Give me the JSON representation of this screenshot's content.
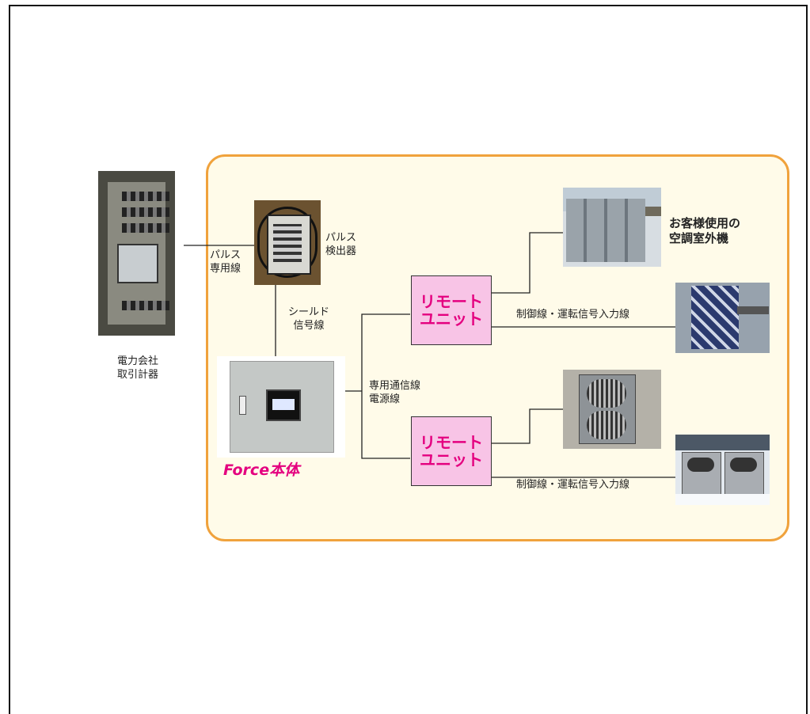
{
  "labels": {
    "meter": "電力会社\n取引計器",
    "pulse_line": "パルス\n専用線",
    "pulse_detector": "パルス\n検出器",
    "shield_line": "シールド\n信号線",
    "comm_line": "専用通信線\n電源線",
    "outdoor_units": "お客様使用の\n空調室外機",
    "control_line_1": "制御線・運転信号入力線",
    "control_line_2": "制御線・運転信号入力線"
  },
  "remote_units": [
    "リモート\nユニット",
    "リモート\nユニット"
  ],
  "force_label": "Force本体",
  "colors": {
    "accent": "#e4007f",
    "panel_border": "#f0a23c",
    "panel_bg": "#fffbe9",
    "remote_fill": "#f8c4e6"
  }
}
